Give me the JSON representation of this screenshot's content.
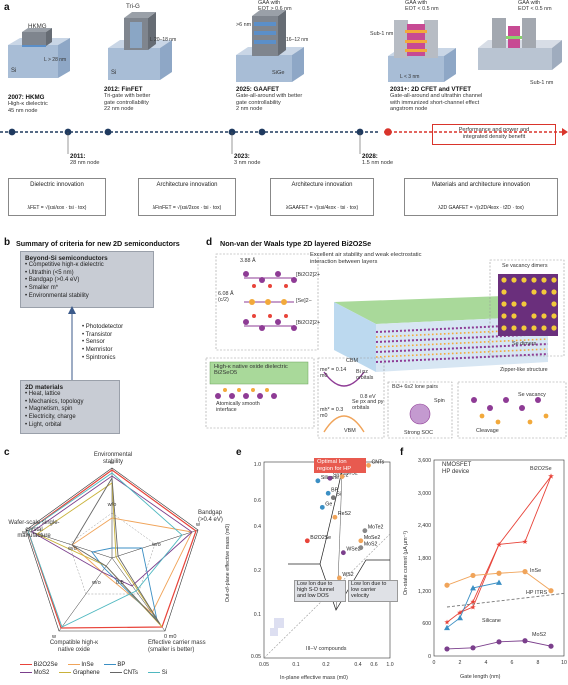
{
  "panel_a": {
    "label": "a",
    "devices": [
      {
        "year": "2007: HKMG",
        "line1": "High-κ dielectric",
        "line2": "45 nm node",
        "tag1": "HKMG",
        "tag2": "L",
        "tag3": "> 28 nm",
        "tag4": "Si"
      },
      {
        "year": "2012: FinFET",
        "line1": "Tri-gate with better",
        "line2": "gate controllability",
        "line3": "22 nm node",
        "tag1": "Tri-G",
        "tag2": "L",
        "tag3": "20–18 nm",
        "tag4": "Si"
      },
      {
        "year": "2025: GAAFET",
        "line1": "Gate-all-around with better",
        "line2": "gate controllability",
        "line3": "2 nm node",
        "tag1": "GAA with",
        "tag2": "EOT > 0.6 nm",
        "tag3": ">6 nm",
        "tag4": "16–12 nm",
        "tag5": "SiGe"
      },
      {
        "year": "2031+: 2D CFET and VTFET",
        "line1": "Gate-all-around and ultrathin channel",
        "line2": "with immunized short-channel effect",
        "line3": "angstrom node",
        "tag1": "GAA with",
        "tag2": "EOT < 0.5 nm",
        "tag3": "GAA with",
        "tag4": "EOT < 0.5 nm",
        "tag5": "Sub-1 nm",
        "tag6": "Sub-1 nm",
        "tag7": "L",
        "tag8": "< 3 nm"
      }
    ],
    "timeline": [
      {
        "year": "2011:",
        "node": "28 nm node"
      },
      {
        "year": "2023:",
        "node": "3 nm node"
      },
      {
        "year": "2028:",
        "node": "1.5 nm node"
      }
    ],
    "benefit_line1": "Performance and power and",
    "benefit_line2": "integrated density benefit",
    "innovations": [
      {
        "title": "Dielectric innovation",
        "formula": "λFET = √(εsi/εox · tsi · tox)"
      },
      {
        "title": "Architecture innovation",
        "formula": "λFinFET = √(εsi/2εox · tsi · tox)"
      },
      {
        "title": "Architecture innovation",
        "formula": "λGAAFET = √(εsi/4εox · tsi · tox)"
      },
      {
        "title": "Materials and architecture innovation",
        "formula": "λ2D GAAFET = √(ε2D/4εox · t2D · tox)"
      }
    ]
  },
  "panel_b": {
    "label": "b",
    "title": "Summary of criteria for new 2D semiconductors",
    "beyond_title": "Beyond-Si semiconductors",
    "beyond_items": [
      "Competitive high-κ dielectric",
      "Ultrathin (<5 nm)",
      "Bandgap (>0.4 eV)",
      "Smaller m*",
      "Environmental stability"
    ],
    "apps": [
      "Photodetector",
      "Transistor",
      "Sensor",
      "Memristor",
      "Spintronics"
    ],
    "mat_title": "2D materials",
    "mat_items": [
      "Heat, lattice",
      "Mechanics, topology",
      "Magnetism, spin",
      "Electricity, charge",
      "Light, orbital"
    ]
  },
  "panel_c": {
    "label": "c",
    "axes": [
      "Environmental stability",
      "Bandgap (>0.4 eV)",
      "Effective carrier mass (smaller is better)",
      "Compatible high-κ native oxide",
      "Wafer-scale single-crystal manufacture"
    ],
    "ticks": [
      "w",
      "w/o",
      "0.5",
      "0 m0"
    ],
    "legend": [
      "Bi2O2Se",
      "InSe",
      "BP",
      "MoS2",
      "Graphene",
      "CNTs",
      "Si"
    ],
    "colors": {
      "Bi2O2Se": "#e8443a",
      "InSe": "#f0a45a",
      "BP": "#3b8fc4",
      "MoS2": "#7b3f8c",
      "Graphene": "#c9b23a",
      "CNTs": "#666666",
      "Si": "#4fb8c0"
    }
  },
  "panel_d": {
    "label": "d",
    "title": "Non-van der Waals type 2D layered Bi2O2Se",
    "top_note": "Excellent air stability and weak electrostatic interaction between layers",
    "lattice_a": "3.88 Å",
    "lattice_c1": "6.08 Å",
    "lattice_c2": "(c/2)",
    "layers": [
      "[Bi2O2]2+",
      "[Se]2−",
      "[Bi2O2]2+"
    ],
    "native_oxide": "High-κ native oxide dielectric Bi2SeO5",
    "smooth": "Atomically smooth interface",
    "cbm": "CBM",
    "vbm": "VBM",
    "me_cbm": "me* = 0.14 m0",
    "mh_vbm": "mh* = 0.3 m0",
    "gap": "0.8 eV",
    "bi_orb": "Bi pz orbitals",
    "se_orb": "Se px and py orbitals",
    "lone": "Bi3+ 6s2 lone pairs",
    "spin": "Spin",
    "soc": "Strong SOC",
    "zipper": "Zipper-like structure",
    "se_vac": "Se vacancy",
    "cleavage": "Cleavage",
    "vac_dimers": "Se vacancy dimers",
    "se_dimers": "Se dimers",
    "colors": {
      "bi": "#8e3b95",
      "se": "#f2a93b",
      "o": "#e8443a",
      "oxide": "#a9d99a"
    }
  },
  "panel_e": {
    "label": "e",
    "xlabel": "In-plane effective mass (m0)",
    "ylabel": "Out-of-plane effective mass (m0)",
    "optimal": "Optimal Ion region for HP",
    "low_left": "Low Ion due to high S-D tunnel and low DOS",
    "low_right": "Low Ion due to low carrier velocity",
    "iii_v": "III–V compounds",
    "points": [
      "Silicane",
      "SnSe2",
      "SnS2",
      "BP",
      "Si",
      "Ge",
      "ReS2",
      "Bi2O2Se",
      "WSe2",
      "WS2",
      "CNTs",
      "MoTe2",
      "MoSe2",
      "MoS2"
    ],
    "xticks": [
      "0.05",
      "0.1",
      "0.2",
      "0.4",
      "0.6",
      "1.0"
    ],
    "yticks": [
      "0.05",
      "0.1",
      "0.2",
      "0.4",
      "0.6",
      "1.0"
    ]
  },
  "panel_f": {
    "label": "f",
    "title1": "NMOSFET",
    "title2": "HP device",
    "xlabel": "Gate length (nm)",
    "ylabel": "On-state current (μA μm⁻¹)",
    "yticks": [
      "0",
      "600",
      "1,200",
      "1,800",
      "2,400",
      "3,000",
      "3,600"
    ],
    "xticks": [
      "0",
      "2",
      "4",
      "6",
      "8",
      "10"
    ],
    "series_labels": [
      "Bi2O2Se",
      "InSe",
      "HP ITRS",
      "Silicane",
      "MoS2"
    ]
  },
  "chart_data": [
    {
      "type": "line",
      "panel": "f",
      "xlabel": "Gate length (nm)",
      "ylabel": "On-state current (μA μm⁻¹)",
      "xlim": [
        0,
        10
      ],
      "ylim": [
        0,
        3600
      ],
      "series": [
        {
          "name": "Bi2O2Se",
          "color": "#e8443a",
          "marker": "star",
          "x": [
            1,
            2,
            3,
            5,
            7,
            9
          ],
          "y": [
            620,
            800,
            900,
            2050,
            2100,
            3300
          ]
        },
        {
          "name": "Bi2O2Se",
          "color": "#e8443a",
          "marker": "star",
          "x": [
            2,
            3,
            5,
            9
          ],
          "y": [
            800,
            1000,
            2050,
            3300
          ]
        },
        {
          "name": "InSe",
          "color": "#f0a45a",
          "marker": "circle",
          "x": [
            1,
            3,
            5,
            7,
            9
          ],
          "y": [
            1300,
            1480,
            1520,
            1550,
            1200
          ]
        },
        {
          "name": "Silicane",
          "color": "#3b8fc4",
          "marker": "triangle",
          "x": [
            1,
            2,
            3,
            5
          ],
          "y": [
            520,
            700,
            1250,
            1350
          ]
        },
        {
          "name": "HP ITRS",
          "color": "#777777",
          "marker": "none",
          "dashed": true,
          "x": [
            1,
            10
          ],
          "y": [
            900,
            1150
          ]
        },
        {
          "name": "MoS2",
          "color": "#7b3f8c",
          "marker": "circle",
          "x": [
            1,
            3,
            5,
            7,
            9
          ],
          "y": [
            130,
            150,
            260,
            280,
            180
          ]
        }
      ]
    },
    {
      "type": "scatter",
      "panel": "e",
      "xlabel": "In-plane effective mass (m0)",
      "ylabel": "Out-of-plane effective mass (m0)",
      "xscale": "log",
      "yscale": "log",
      "points": [
        {
          "name": "Silicane",
          "x": 0.18,
          "y": 0.75,
          "color": "#3b8fc4"
        },
        {
          "name": "SnSe2",
          "x": 0.24,
          "y": 0.78,
          "color": "#7b3f8c"
        },
        {
          "name": "SnS2",
          "x": 0.32,
          "y": 0.8,
          "color": "#f0a45a"
        },
        {
          "name": "BP",
          "x": 0.23,
          "y": 0.62,
          "color": "#3b8fc4"
        },
        {
          "name": "Si",
          "x": 0.26,
          "y": 0.58,
          "color": "#777777"
        },
        {
          "name": "Ge",
          "x": 0.2,
          "y": 0.5,
          "color": "#3b8fc4"
        },
        {
          "name": "ReS2",
          "x": 0.27,
          "y": 0.43,
          "color": "#f0a45a"
        },
        {
          "name": "Bi2O2Se",
          "x": 0.14,
          "y": 0.3,
          "color": "#e8443a"
        },
        {
          "name": "WSe2",
          "x": 0.33,
          "y": 0.25,
          "color": "#7b3f8c"
        },
        {
          "name": "WS2",
          "x": 0.3,
          "y": 0.17,
          "color": "#f0a45a"
        },
        {
          "name": "CNTs",
          "x": 0.6,
          "y": 0.95,
          "color": "#f0a45a"
        },
        {
          "name": "MoTe2",
          "x": 0.55,
          "y": 0.35,
          "color": "#888888"
        },
        {
          "name": "MoSe2",
          "x": 0.5,
          "y": 0.3,
          "color": "#f0a45a"
        },
        {
          "name": "MoS2",
          "x": 0.5,
          "y": 0.27,
          "color": "#888888"
        }
      ]
    }
  ]
}
